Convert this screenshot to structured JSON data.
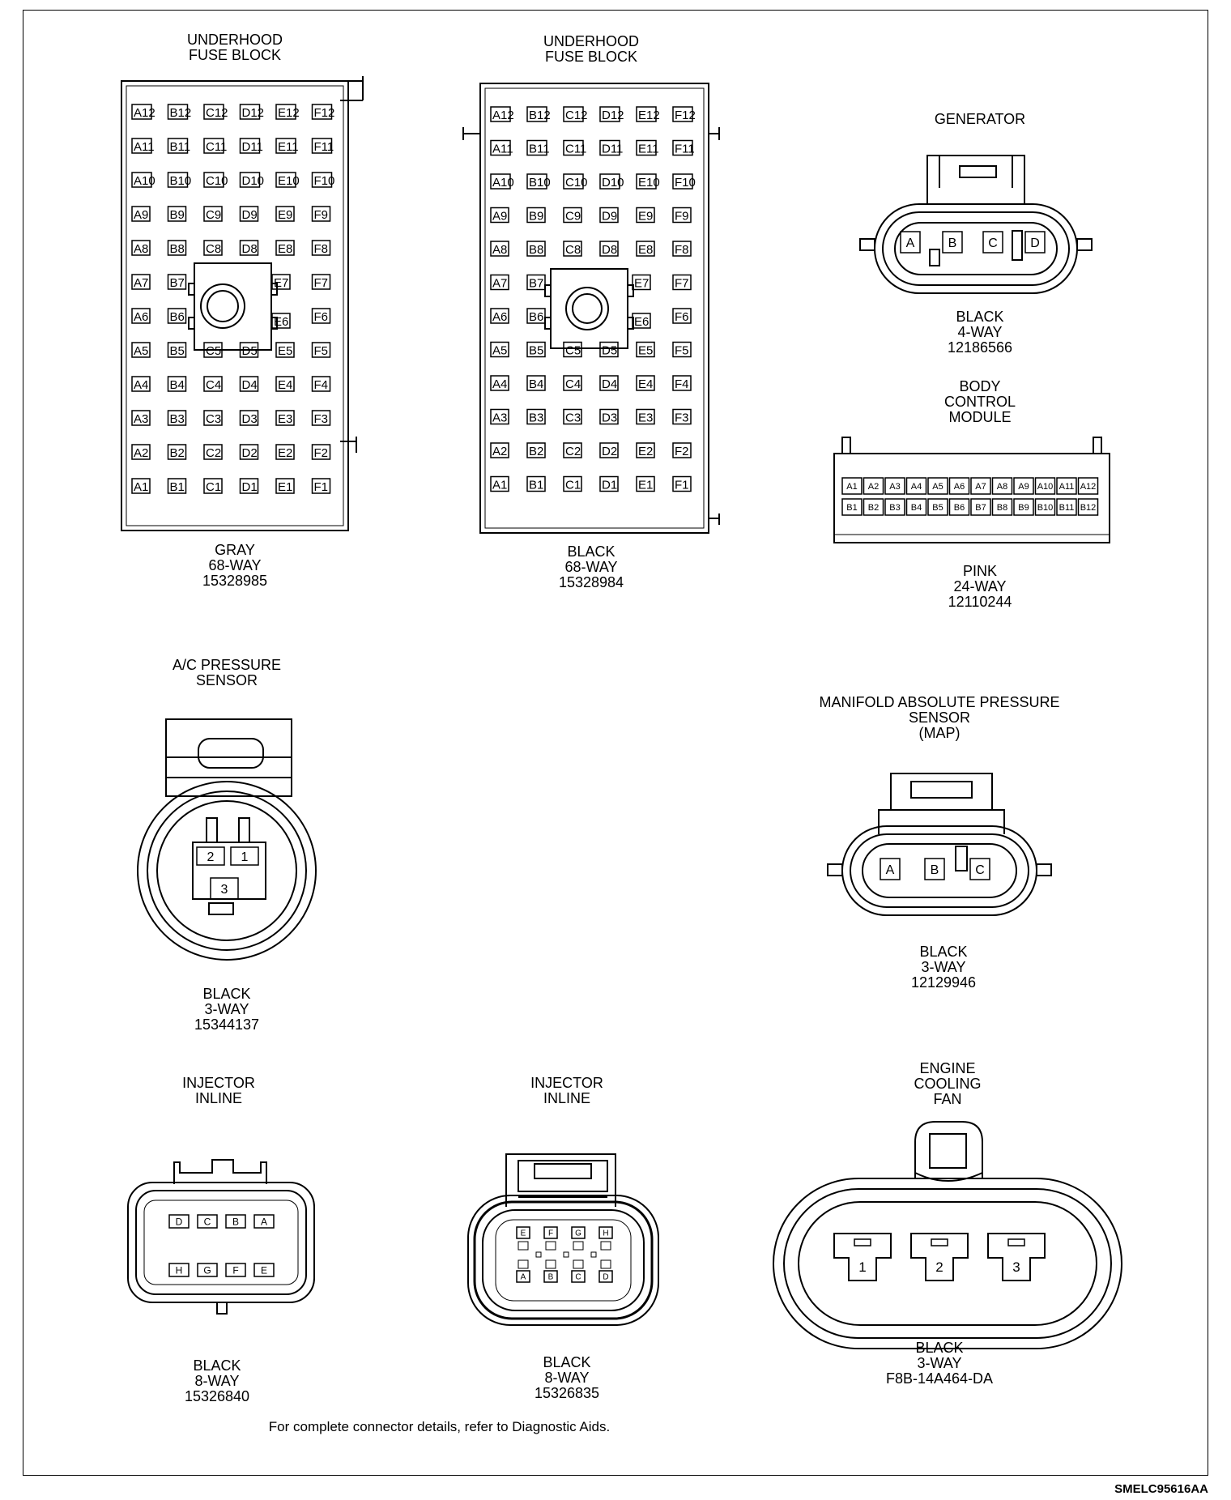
{
  "footnote": "For complete connector details, refer to Diagnostic Aids.",
  "figure_id": "SMELC95616AA",
  "connectors": {
    "underhood_gray": {
      "title": [
        "UNDERHOOD",
        "FUSE BLOCK"
      ],
      "spec": [
        "GRAY",
        "68-WAY",
        "15328985"
      ],
      "columns": [
        "A",
        "B",
        "C",
        "D",
        "E",
        "F"
      ],
      "rows": [
        12,
        11,
        10,
        9,
        8,
        7,
        6,
        5,
        4,
        3,
        2,
        1
      ]
    },
    "underhood_black": {
      "title": [
        "UNDERHOOD",
        "FUSE BLOCK"
      ],
      "spec": [
        "BLACK",
        "68-WAY",
        "15328984"
      ],
      "columns": [
        "A",
        "B",
        "C",
        "D",
        "E",
        "F"
      ],
      "rows": [
        12,
        11,
        10,
        9,
        8,
        7,
        6,
        5,
        4,
        3,
        2,
        1
      ]
    },
    "generator": {
      "title": [
        "GENERATOR"
      ],
      "spec": [
        "BLACK",
        "4-WAY",
        "12186566"
      ],
      "pins": [
        "A",
        "B",
        "C",
        "D"
      ]
    },
    "body_control_module": {
      "title": [
        "BODY",
        "CONTROL",
        "MODULE"
      ],
      "spec": [
        "PINK",
        "24-WAY",
        "12110244"
      ],
      "row_a": [
        "A1",
        "A2",
        "A3",
        "A4",
        "A5",
        "A6",
        "A7",
        "A8",
        "A9",
        "A10",
        "A11",
        "A12"
      ],
      "row_b": [
        "B1",
        "B2",
        "B3",
        "B4",
        "B5",
        "B6",
        "B7",
        "B8",
        "B9",
        "B10",
        "B11",
        "B12"
      ]
    },
    "ac_pressure_sensor": {
      "title": [
        "A/C PRESSURE",
        "SENSOR"
      ],
      "spec": [
        "BLACK",
        "3-WAY",
        "15344137"
      ],
      "pins": [
        "2",
        "1",
        "3"
      ]
    },
    "map_sensor": {
      "title": [
        "MANIFOLD ABSOLUTE PRESSURE",
        "SENSOR",
        "(MAP)"
      ],
      "spec": [
        "BLACK",
        "3-WAY",
        "12129946"
      ],
      "pins": [
        "A",
        "B",
        "C"
      ]
    },
    "injector_inline_1": {
      "title": [
        "INJECTOR",
        "INLINE"
      ],
      "spec": [
        "BLACK",
        "8-WAY",
        "15326840"
      ],
      "top_pins": [
        "D",
        "C",
        "B",
        "A"
      ],
      "bottom_pins": [
        "H",
        "G",
        "F",
        "E"
      ]
    },
    "injector_inline_2": {
      "title": [
        "INJECTOR",
        "INLINE"
      ],
      "spec": [
        "BLACK",
        "8-WAY",
        "15326835"
      ],
      "top_pins": [
        "E",
        "F",
        "G",
        "H"
      ],
      "bottom_pins": [
        "A",
        "B",
        "C",
        "D"
      ]
    },
    "engine_cooling_fan": {
      "title": [
        "ENGINE",
        "COOLING",
        "FAN"
      ],
      "spec": [
        "BLACK",
        "3-WAY",
        "F8B-14A464-DA"
      ],
      "pins": [
        "1",
        "2",
        "3"
      ]
    }
  }
}
